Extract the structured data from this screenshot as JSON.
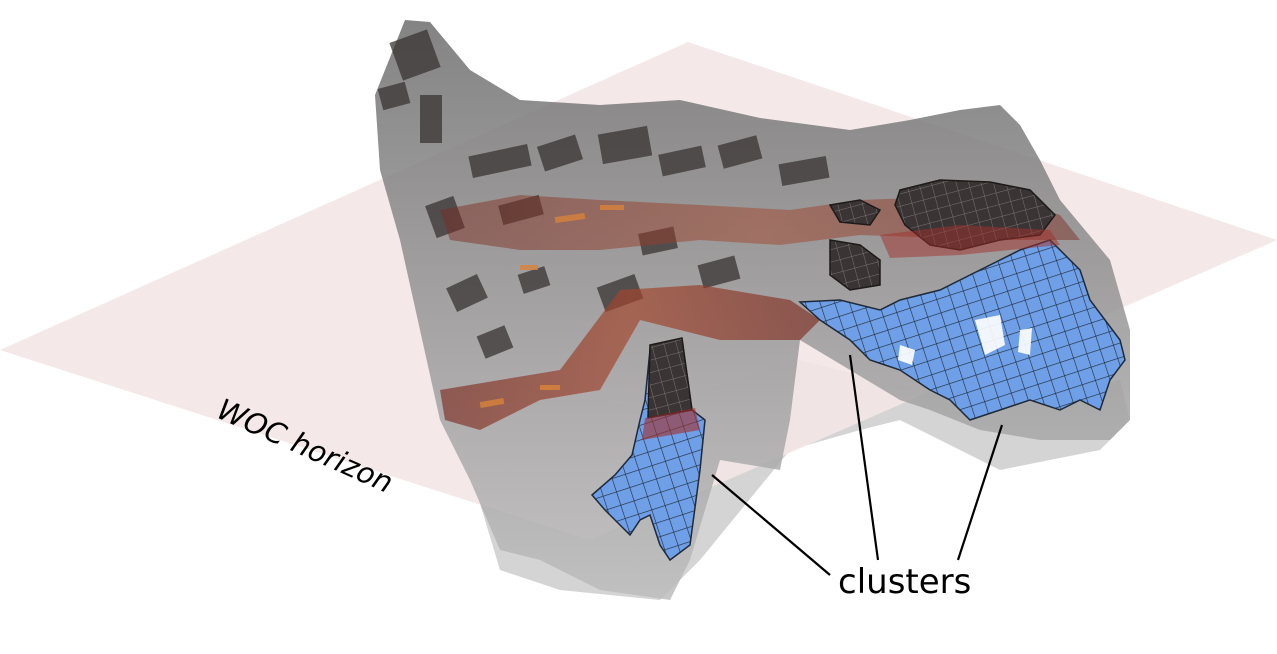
{
  "labels": {
    "woc_horizon": "WOC horizon",
    "clusters": "clusters"
  },
  "colors": {
    "background": "#ffffff",
    "horizon_plane": "#f3e5e6",
    "reservoir_body": "#8f8f8f",
    "reservoir_shadow": "#c9c9c9",
    "dark_cells": "#3a3434",
    "oil_red": "#7a2a1f",
    "oil_orange": "#d9833a",
    "cluster_blue": "#6f9fe6",
    "cluster_dark": "#2f2b2b",
    "leader_lines": "#000000"
  },
  "icons": {
    "reservoir": "3d-reservoir-grid",
    "cluster": "blue-cell-cluster"
  },
  "diagram": {
    "type": "3d-reservoir-visualization",
    "elements": [
      "horizon-plane",
      "reservoir-grid",
      "cluster-left",
      "cluster-middle",
      "cluster-right"
    ],
    "clusters_count": 3
  }
}
